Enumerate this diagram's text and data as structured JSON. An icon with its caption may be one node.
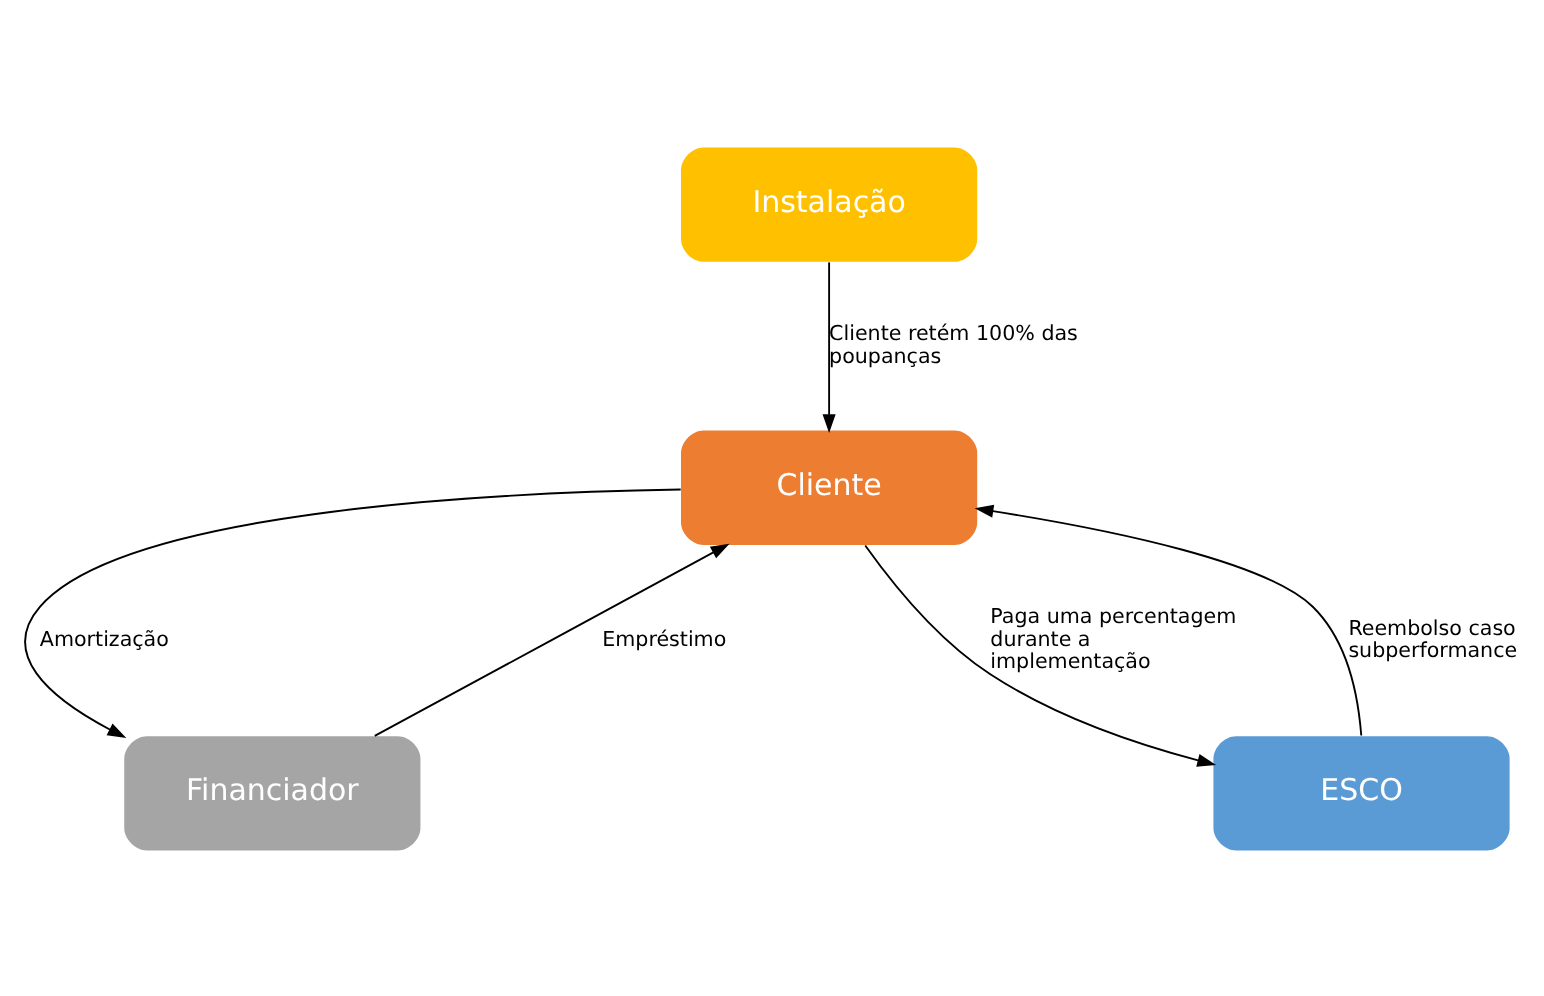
{
  "diagram": {
    "nodes": [
      {
        "text": [
          "Instalação"
        ]
      },
      {
        "text": [
          "Cliente"
        ]
      },
      {
        "text": [
          "Financiador"
        ]
      },
      {
        "text": [
          "ESCO"
        ]
      }
    ],
    "edges": [
      {
        "from": 0,
        "to": 1,
        "arrow": "to",
        "label": "Cliente retém 100% das poupanças"
      },
      {
        "from": 1,
        "to": 2,
        "arrow": "to",
        "label": "Amortização"
      },
      {
        "from": 2,
        "to": 1,
        "arrow": "to",
        "label": "Empréstimo"
      },
      {
        "from": 1,
        "to": 3,
        "arrow": "to",
        "label": "Paga uma percentagem durante a implementação"
      },
      {
        "from": 3,
        "to": 1,
        "arrow": "to",
        "label": "Reembolso caso subperformance"
      }
    ]
  }
}
